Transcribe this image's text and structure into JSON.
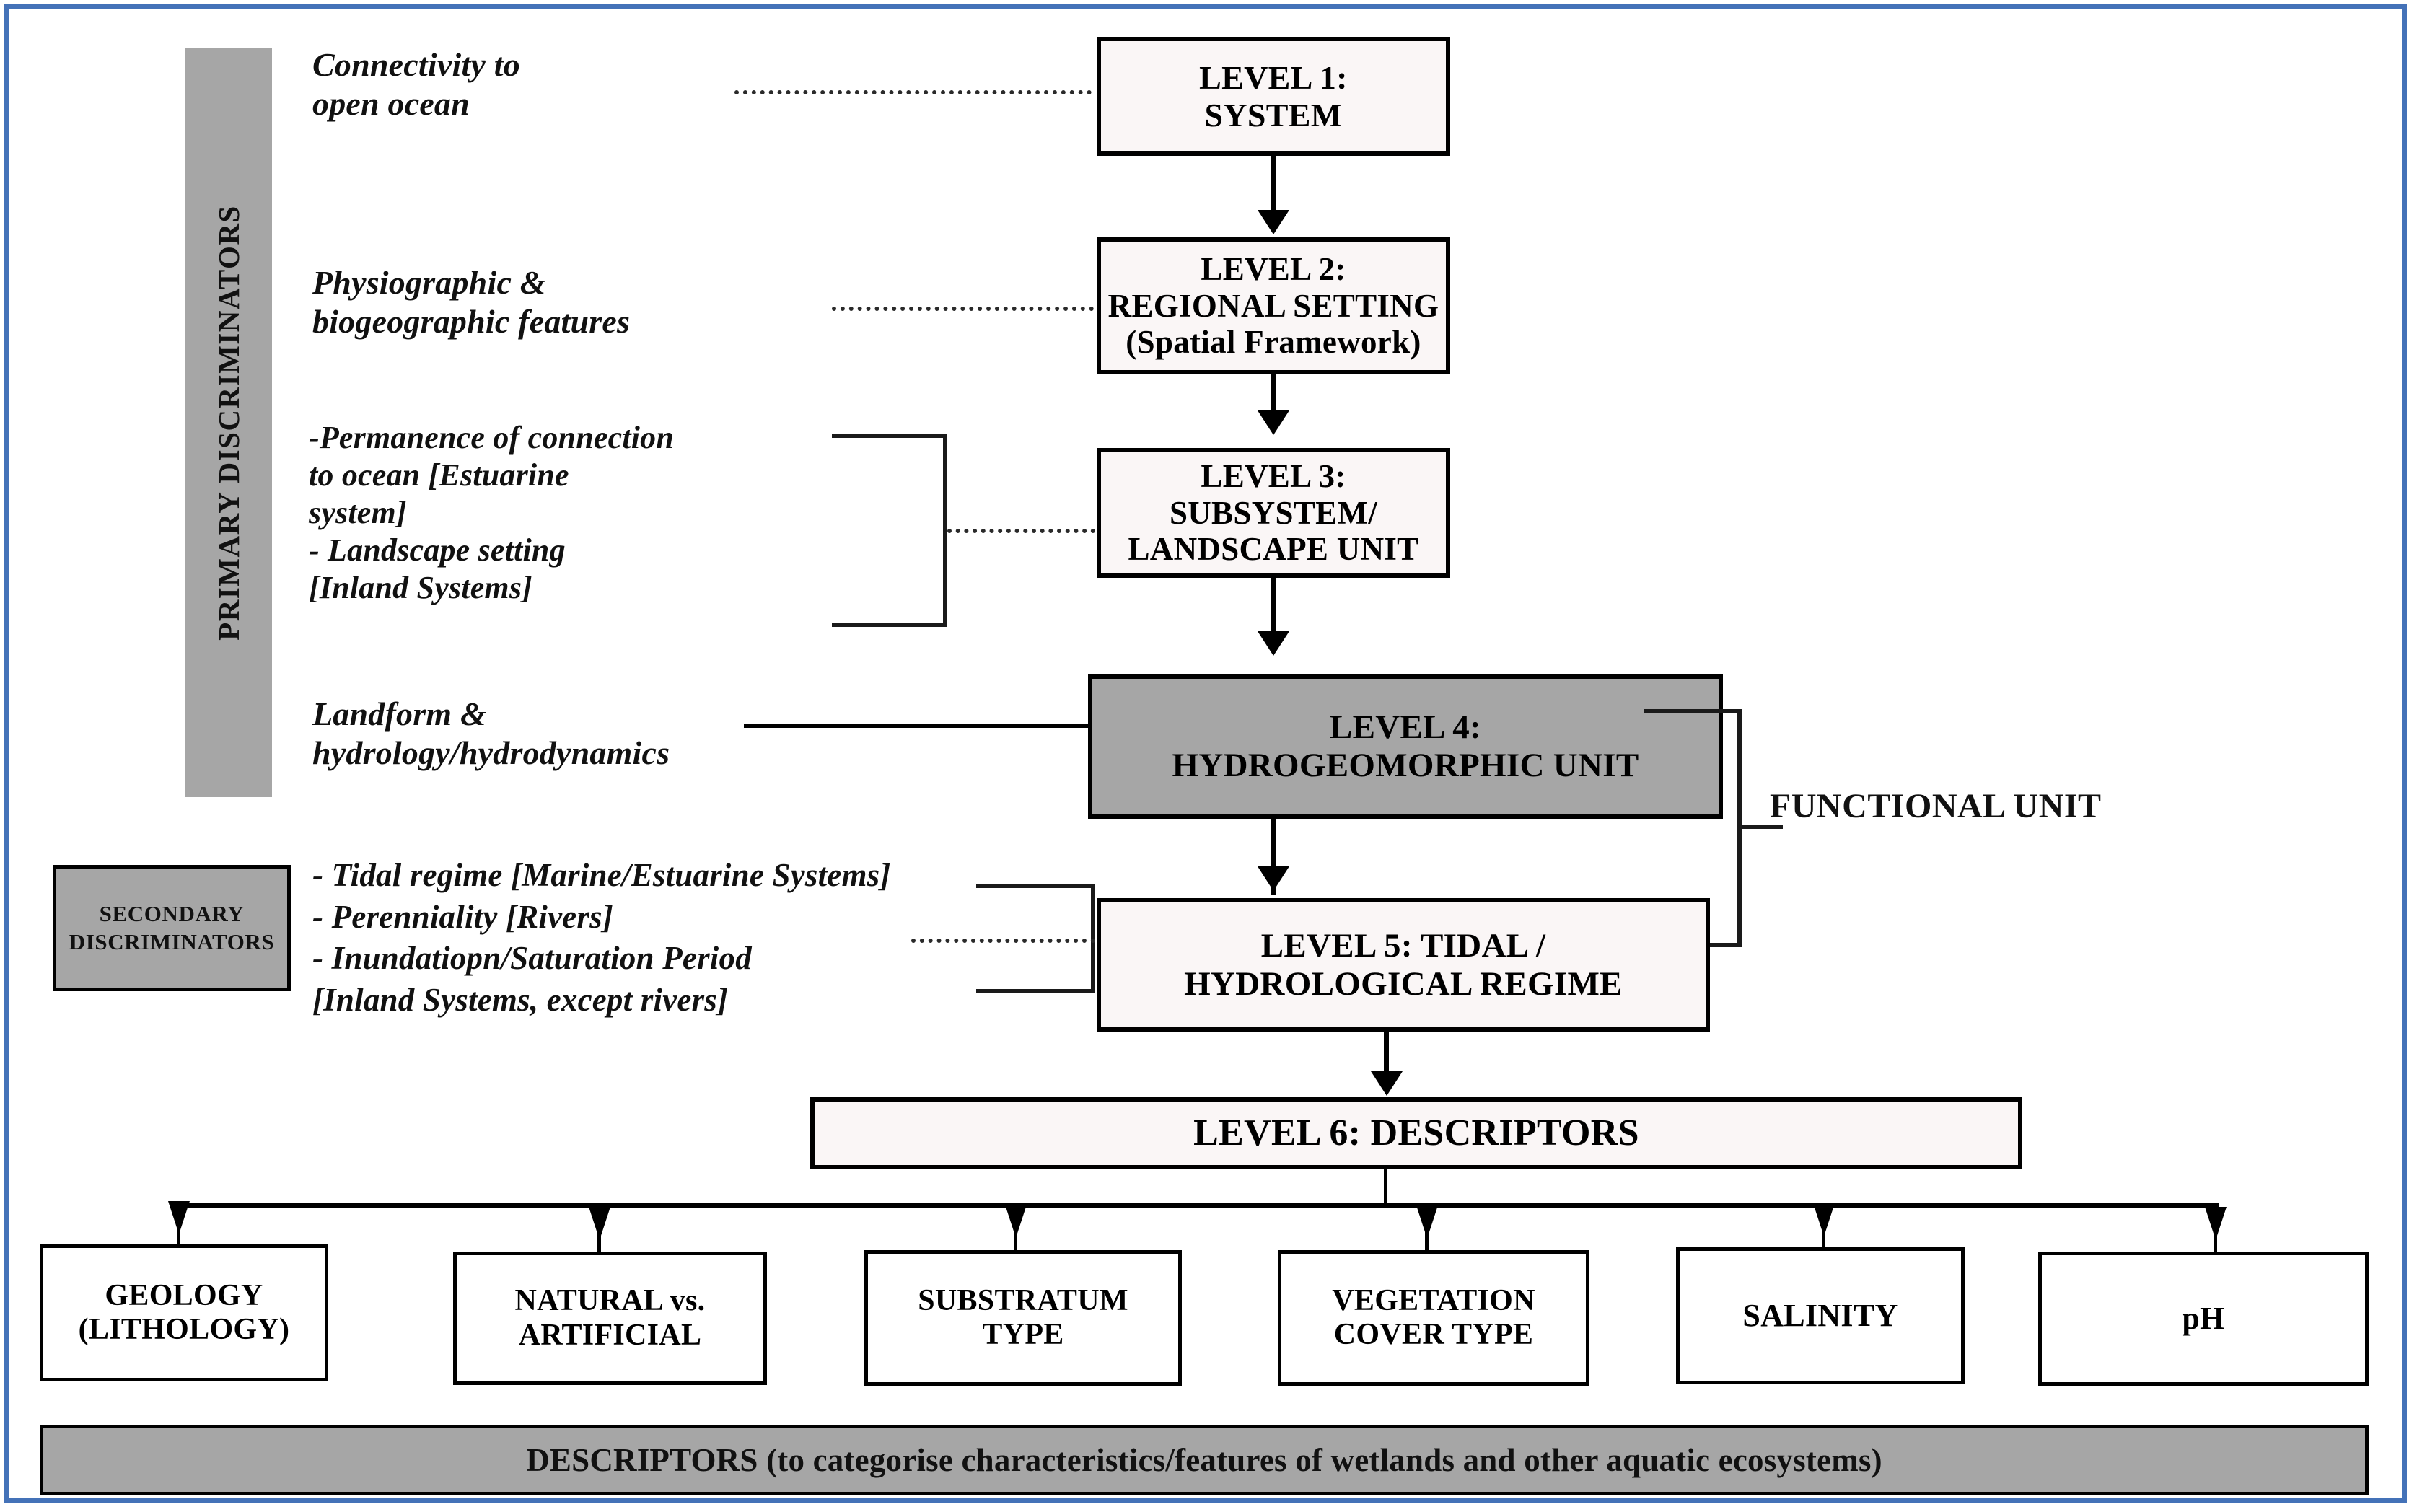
{
  "frame": {
    "border_color": "#4472b8"
  },
  "side_bars": {
    "primary": {
      "label": "PRIMARY DISCRIMINATORS",
      "fill": "#a6a6a6"
    },
    "secondary": {
      "label": "SECONDARY DISCRIMINATORS",
      "fill": "#a6a6a6"
    }
  },
  "annotations": [
    {
      "name": "connectivity",
      "text": "Connectivity to open ocean"
    },
    {
      "name": "physiographic",
      "text": "Physiographic & biogeographic features"
    },
    {
      "name": "permanence",
      "text": "-Permanence of connection to ocean [Estuarine system]\n- Landscape setting [Inland Systems]"
    },
    {
      "name": "landform",
      "text": "Landform & hydrology/hydrodynamics"
    },
    {
      "name": "secondary-list",
      "text": "- Tidal regime [Marine/Estuarine Systems]\n- Perenniality [Rivers]\n- Inundatiopn/Saturation Period [Inland Systems, except rivers]"
    }
  ],
  "annotation_lines": {
    "connectivity_l1": "Connectivity to",
    "connectivity_l2": "open ocean",
    "physiographic_l1": "Physiographic &",
    "physiographic_l2": "biogeographic features",
    "permanence_l1": "-Permanence of connection",
    "permanence_l2": "to ocean [Estuarine",
    "permanence_l3": "system]",
    "permanence_l4": "- Landscape setting",
    "permanence_l5": "[Inland Systems]",
    "landform_l1": "Landform &",
    "landform_l2": "hydrology/hydrodynamics",
    "secondary_l1": "- Tidal regime [Marine/Estuarine Systems]",
    "secondary_l2": "- Perenniality [Rivers]",
    "secondary_l3": "- Inundatiopn/Saturation Period",
    "secondary_l4": "[Inland Systems, except rivers]"
  },
  "levels": [
    {
      "id": "level-1",
      "line1": "LEVEL 1:",
      "line2": "SYSTEM",
      "line3": "",
      "fill": "#faf6f6"
    },
    {
      "id": "level-2",
      "line1": "LEVEL 2:",
      "line2": "REGIONAL SETTING",
      "line3": "(Spatial Framework)",
      "fill": "#faf6f6"
    },
    {
      "id": "level-3",
      "line1": "LEVEL 3:",
      "line2": "SUBSYSTEM/",
      "line3": "LANDSCAPE UNIT",
      "fill": "#faf6f6"
    },
    {
      "id": "level-4",
      "line1": "LEVEL 4:",
      "line2": "HYDROGEOMORPHIC UNIT",
      "line3": "",
      "fill": "#a6a6a6"
    },
    {
      "id": "level-5",
      "line1": "LEVEL 5: TIDAL /",
      "line2": "HYDROLOGICAL REGIME",
      "line3": "",
      "fill": "#faf6f6"
    },
    {
      "id": "level-6",
      "line1": "LEVEL 6: DESCRIPTORS",
      "line2": "",
      "line3": "",
      "fill": "#faf6f6"
    }
  ],
  "functional_unit": {
    "label": "FUNCTIONAL UNIT"
  },
  "descriptor_boxes": [
    {
      "line1": "GEOLOGY",
      "line2": "(LITHOLOGY)"
    },
    {
      "line1": "NATURAL vs.",
      "line2": "ARTIFICIAL"
    },
    {
      "line1": "SUBSTRATUM",
      "line2": "TYPE"
    },
    {
      "line1": "VEGETATION",
      "line2": "COVER TYPE"
    },
    {
      "line1": "SALINITY",
      "line2": ""
    },
    {
      "line1": "pH",
      "line2": ""
    }
  ],
  "footer": {
    "text": "DESCRIPTORS (to categorise characteristics/features of wetlands and other aquatic ecosystems)"
  }
}
